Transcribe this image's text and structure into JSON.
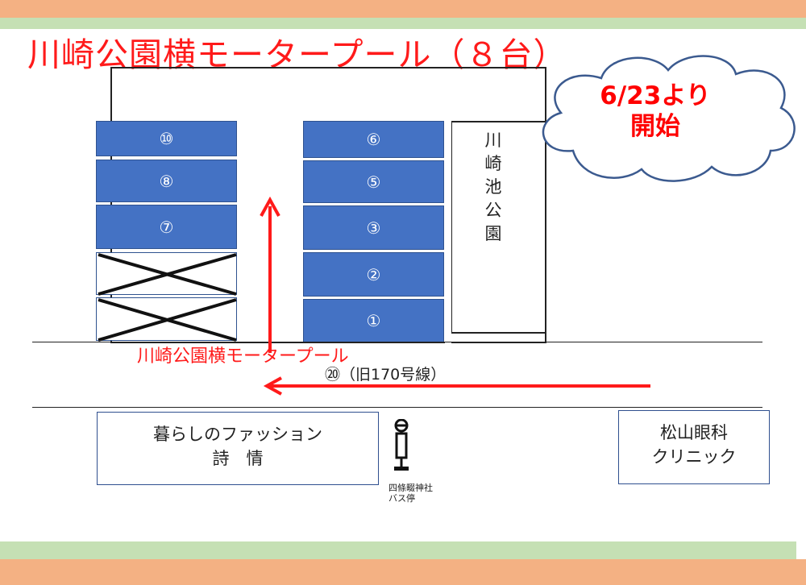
{
  "title": "川崎公園横モータープール（８台）",
  "notice": {
    "line1": "6/23より",
    "line2": "開始"
  },
  "park": {
    "chars": [
      "川",
      "崎",
      "池",
      "公",
      "園"
    ]
  },
  "lot_label": "川崎公園横モータープール",
  "route": "⑳（旧170号線）",
  "spaces_left": [
    {
      "label": "⑩",
      "state": "available"
    },
    {
      "label": "⑧",
      "state": "available"
    },
    {
      "label": "⑦",
      "state": "available"
    },
    {
      "label": "",
      "state": "unavailable"
    },
    {
      "label": "",
      "state": "unavailable"
    }
  ],
  "spaces_right": [
    {
      "label": "⑥",
      "state": "available"
    },
    {
      "label": "⑤",
      "state": "available"
    },
    {
      "label": "③",
      "state": "available"
    },
    {
      "label": "②",
      "state": "available"
    },
    {
      "label": "①",
      "state": "available"
    }
  ],
  "landmarks": {
    "shop": {
      "line1": "暮らしのファッション",
      "line2": "詩　情"
    },
    "clinic": {
      "line1": "松山眼科",
      "line2": "クリニック"
    },
    "bus_stop": {
      "line1": "四條畷神社",
      "line2": "バス停"
    }
  },
  "colors": {
    "top_band": "#f4b183",
    "green_band": "#c5e0b4",
    "space_fill": "#4472c4",
    "accent_red": "#ff1a1a"
  }
}
